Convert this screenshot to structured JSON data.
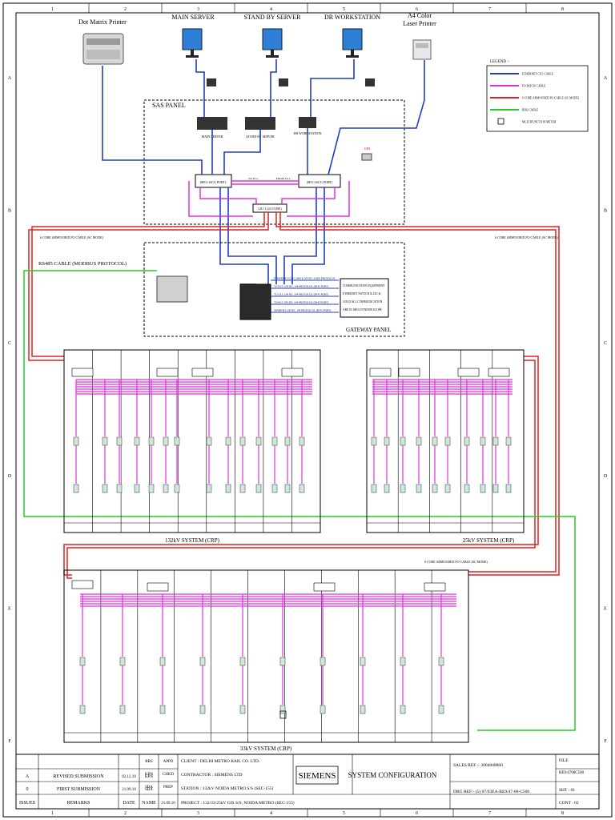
{
  "grid": {
    "cols": [
      "1",
      "2",
      "3",
      "4",
      "5",
      "6",
      "7",
      "8"
    ],
    "rows": [
      "A",
      "B",
      "C",
      "D",
      "E",
      "F"
    ]
  },
  "header": {
    "printer": "Dot Matrix Printer",
    "main_server": "MAIN SERVER",
    "standby_server": "STAND BY SERVER",
    "dr_workstation": "DR WORKSTATION",
    "laser_printer_1": "A4 Color",
    "laser_printer_2": "Laser Printer"
  },
  "legend": {
    "title": "LEGEND :-",
    "items": [
      {
        "label": "ETHERNET CU5 CABLE",
        "color": "#1f3fbf"
      },
      {
        "label": "FO PATCH CABLE",
        "color": "#e030e0"
      },
      {
        "label": "6 CORE ARMOURED FO CABLE (SC MODE)",
        "color": "#e02020"
      },
      {
        "label": "IRIG CABLE",
        "color": "#22cc22"
      },
      {
        "label": "MULTIFUNCTION METER",
        "color": "#000000"
      }
    ]
  },
  "sas_panel": {
    "title": "SAS PANEL",
    "main_server": "MAIN SERVER",
    "standby_server": "STAND BY SERVER",
    "dr_workstation": "DR WORKSTATION",
    "switch_1": "(8FO+16CU PORT)",
    "switch_2": "(8FO+16CU PORT)",
    "tcp_1": "TO SS 2",
    "tcp_2": "FROM SS 2",
    "liu": "LIU-1 (24 CORE)",
    "gps": "GPS"
  },
  "fo_label_left": "6 CORE ARMOURED FO CABLE (SC MODE)",
  "fo_label_right": "6 CORE ARMOURED FO CABLE (SC MODE)",
  "fo_label_mid": "6 CORE ARMOURED FO CABLE (SC MODE)",
  "rs485_label": "RS485 CABLE (MODBUS PROTOCOL)",
  "gateway_panel": {
    "title": "GATEWAY PANEL",
    "lines": [
      "ETHERNET CU5 CABLE ON IEC 61850 PROTOCOL",
      "TO DCC ON IEC 104 PROTOCOL (RJ45 PORT)",
      "TO OCC ON IEC 104 PROTOCOL (RJ45 PORT)",
      "TO BCC ON IEC 104 PROTOCOL (RJ45 PORT)",
      "SPARE/RS ON IEC 104 PROTOCOL (RJ45 PORT)"
    ],
    "note": [
      "COMMUNICATION EQUIPMENT",
      "ETHERNET SWITCH & LIU &",
      "GOLD ALL COMMUNICATION",
      "ARE IN SHIA VENDOR SCOPE"
    ]
  },
  "system_132kv": "132kV SYSTEM (CRP)",
  "system_25kv": "25kV SYSTEM (CRP)",
  "system_33kv": "33kV SYSTEM (CRP)",
  "title_block": {
    "rev_rows": [
      {
        "rev": "A",
        "remarks": "REVISED SUBMISSION",
        "date": "02.12.10",
        "name": "KPN"
      },
      {
        "rev": "0",
        "remarks": "FIRST SUBMISSION",
        "date": "21.09.10",
        "name": "SBA"
      }
    ],
    "headers": {
      "issues": "ISSUES",
      "remarks": "REMARKS",
      "date": "DATE",
      "name": "NAME"
    },
    "sig_labels": [
      "RRS",
      "KPN",
      "SBA",
      "21.09.10"
    ],
    "sig_roles": [
      "APPD",
      "CHKD",
      "PREP"
    ],
    "client": "CLIENT : DELHI METRO RAIL CO. LTD.",
    "contractor": "CONTRACTOR : SIEMENS LTD",
    "station": "STATION : 132kV NOIDA METRO S/S (SEC-155)",
    "project": "PROJECT : 132/33/25kV GIS S/S, NOIDA METRO (SEC-155)",
    "logo": "SIEMENS",
    "title": "SYSTEM CONFIGURATION",
    "sales_ref": "SALES REF :- 3004848860",
    "drg_ref": "DRG REF:- (5) 07/03EA-BE9/47-00-C500",
    "file_label": "FILE",
    "file": "BE9/4700C500",
    "sht": "SHT : 01",
    "cont": "CONT : 02"
  }
}
